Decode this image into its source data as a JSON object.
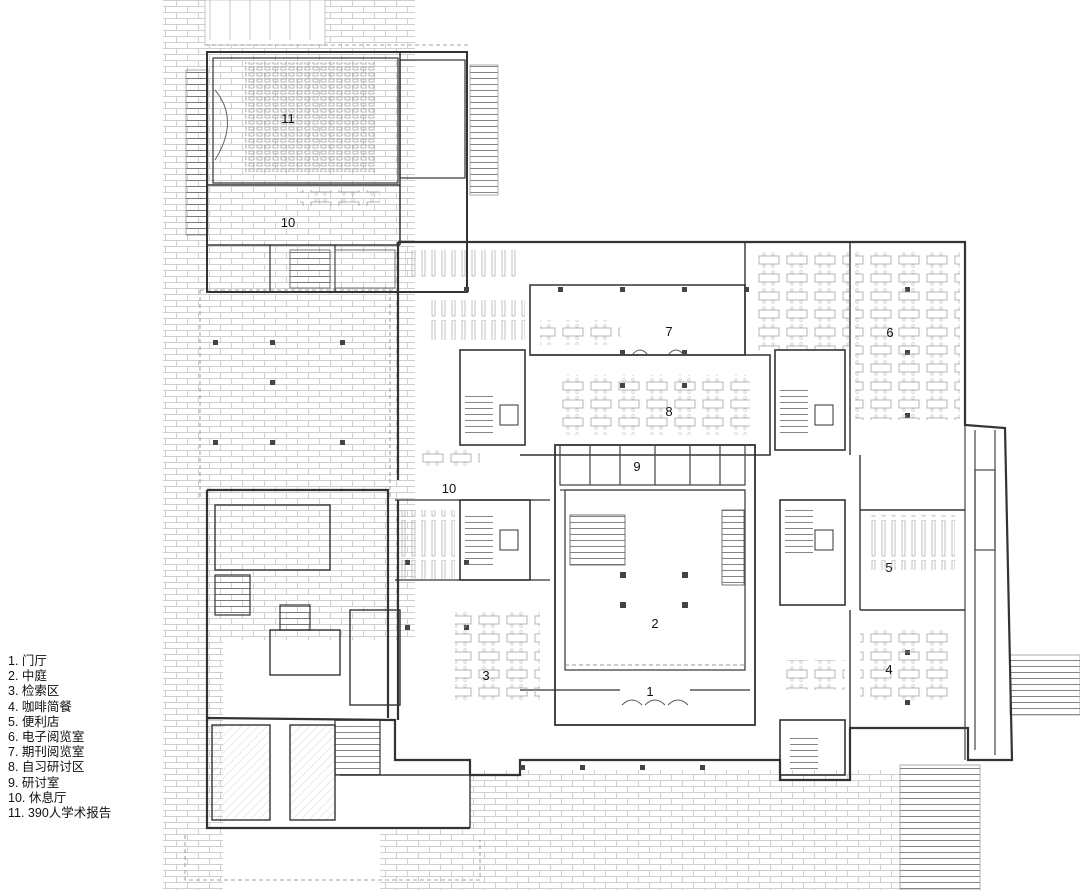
{
  "legend": [
    "1. 门厅",
    "2. 中庭",
    "3. 检索区",
    "4. 咖啡简餐",
    "5. 便利店",
    "6. 电子阅览室",
    "7. 期刊阅览室",
    "8. 自习研讨区",
    "9. 研讨室",
    "10. 休息厅",
    "11. 390人学术报告"
  ],
  "room_labels": {
    "r1": "1",
    "r2": "2",
    "r3": "3",
    "r4": "4",
    "r5": "5",
    "r6": "6",
    "r7": "7",
    "r8": "8",
    "r9": "9",
    "r10a": "10",
    "r10b": "10",
    "r11": "11"
  },
  "colors": {
    "line": "#3a3a3a",
    "light": "#9a9a9a",
    "paving": "#c8c8c8"
  }
}
